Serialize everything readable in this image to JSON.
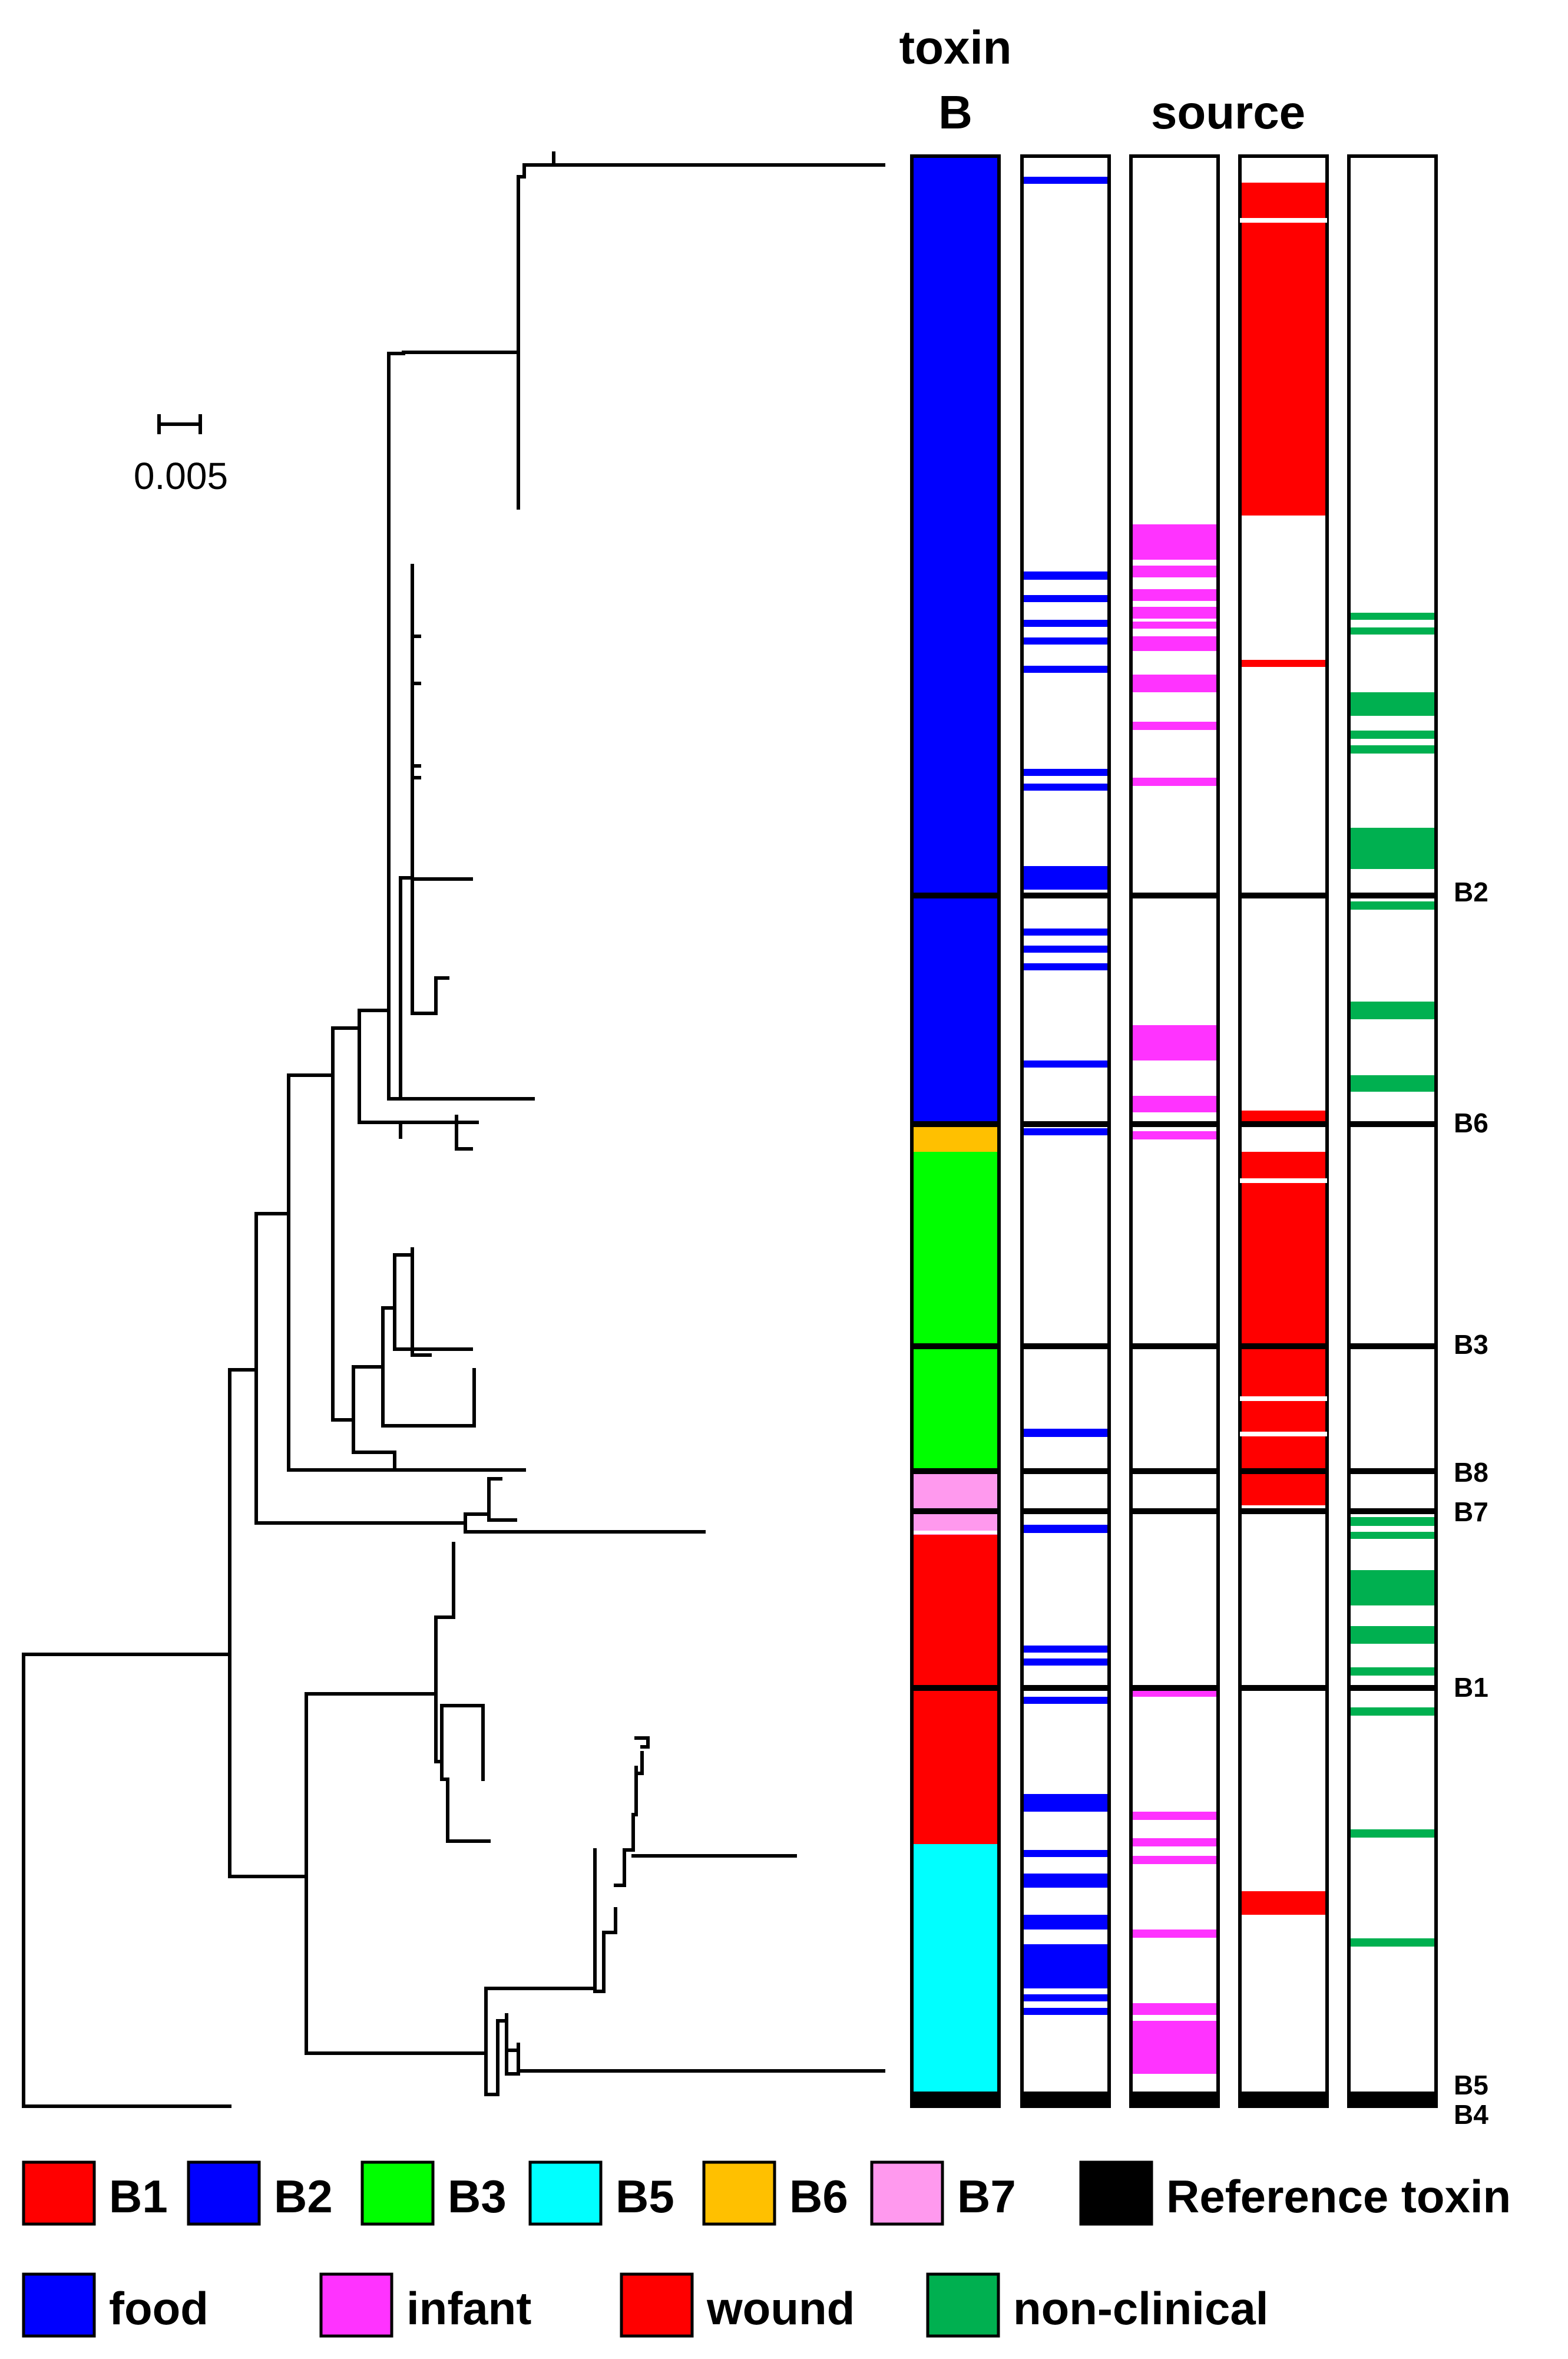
{
  "headers": {
    "toxin_line1": "toxin",
    "toxin_line2": "B",
    "source": "source"
  },
  "scale_label": "0.005",
  "colors": {
    "B1": "#ff0000",
    "B2": "#0000ff",
    "B3": "#00ff00",
    "B5": "#00ffff",
    "B6": "#ffc000",
    "B7": "#ff99ee",
    "reference": "#000000",
    "food": "#0000ff",
    "infant": "#ff33ff",
    "wound": "#ff0000",
    "non_clinical": "#00b050"
  },
  "row_labels": [
    "B2",
    "B6",
    "B3",
    "B8",
    "B7",
    "B1",
    "B5",
    "B4"
  ],
  "legend_subtypes": [
    {
      "label": "B1",
      "color": "#ff0000"
    },
    {
      "label": "B2",
      "color": "#0000ff"
    },
    {
      "label": "B3",
      "color": "#00ff00"
    },
    {
      "label": "B5",
      "color": "#00ffff"
    },
    {
      "label": "B6",
      "color": "#ffc000"
    },
    {
      "label": "B7",
      "color": "#ff99ee"
    },
    {
      "label": "Reference toxin",
      "color": "#000000"
    }
  ],
  "legend_sources": [
    {
      "label": "food",
      "color": "#0000ff"
    },
    {
      "label": "infant",
      "color": "#ff33ff"
    },
    {
      "label": "wound",
      "color": "#ff0000"
    },
    {
      "label": "non-clinical",
      "color": "#00b050"
    }
  ]
}
